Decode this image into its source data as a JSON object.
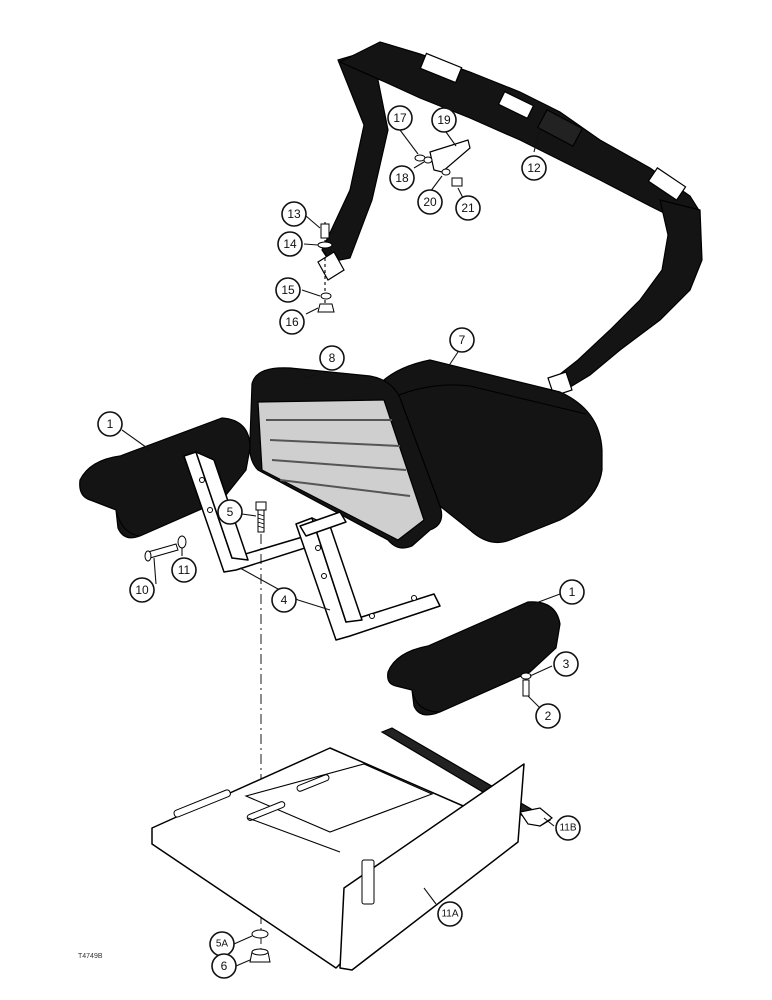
{
  "figure": {
    "reference_code": "T4749B"
  },
  "callouts": [
    {
      "id": "c1a",
      "label": "1",
      "part": "armrest-pad-left"
    },
    {
      "id": "c1b",
      "label": "1",
      "part": "armrest-pad-right"
    },
    {
      "id": "c2",
      "label": "2",
      "part": "bolt"
    },
    {
      "id": "c3",
      "label": "3",
      "part": "washer"
    },
    {
      "id": "c4",
      "label": "4",
      "part": "armrest-brackets"
    },
    {
      "id": "c5",
      "label": "5",
      "part": "bolt"
    },
    {
      "id": "c5a",
      "label": "5A",
      "part": "washer"
    },
    {
      "id": "c6",
      "label": "6",
      "part": "nut"
    },
    {
      "id": "c7",
      "label": "7",
      "part": "seat-cushion"
    },
    {
      "id": "c8",
      "label": "8",
      "part": "backrest-cushion"
    },
    {
      "id": "c10",
      "label": "10",
      "part": "bolt"
    },
    {
      "id": "c11",
      "label": "11",
      "part": "washer"
    },
    {
      "id": "c11a",
      "label": "11A",
      "part": "seat-pan"
    },
    {
      "id": "c11b",
      "label": "11B",
      "part": "rail-strip"
    },
    {
      "id": "c12",
      "label": "12",
      "part": "seat-belt"
    },
    {
      "id": "c13",
      "label": "13",
      "part": "bolt"
    },
    {
      "id": "c14",
      "label": "14",
      "part": "washer"
    },
    {
      "id": "c15",
      "label": "15",
      "part": "lock-washer"
    },
    {
      "id": "c16",
      "label": "16",
      "part": "nut"
    },
    {
      "id": "c17",
      "label": "17",
      "part": "bolt"
    },
    {
      "id": "c18",
      "label": "18",
      "part": "washer"
    },
    {
      "id": "c19",
      "label": "19",
      "part": "belt-bracket"
    },
    {
      "id": "c20",
      "label": "20",
      "part": "lock-washer"
    },
    {
      "id": "c21",
      "label": "21",
      "part": "nut"
    }
  ]
}
